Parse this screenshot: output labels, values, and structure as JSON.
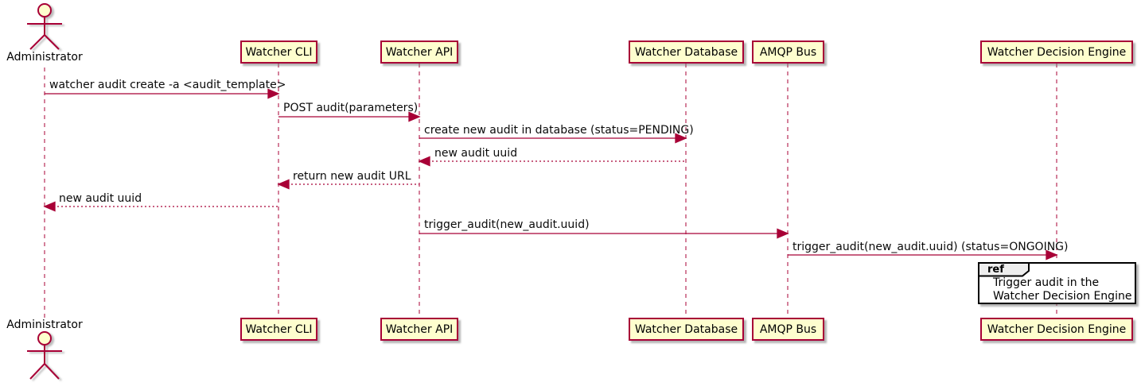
{
  "diagram": {
    "type": "sequence",
    "actor": {
      "name": "Administrator"
    },
    "participants": [
      {
        "name": "Watcher CLI"
      },
      {
        "name": "Watcher API"
      },
      {
        "name": "Watcher Database"
      },
      {
        "name": "AMQP Bus"
      },
      {
        "name": "Watcher Decision Engine"
      }
    ],
    "messages": [
      {
        "from": "Administrator",
        "to": "Watcher CLI",
        "style": "solid",
        "text": "watcher audit create -a <audit_template>"
      },
      {
        "from": "Watcher CLI",
        "to": "Watcher API",
        "style": "solid",
        "text": "POST audit(parameters)"
      },
      {
        "from": "Watcher API",
        "to": "Watcher Database",
        "style": "solid",
        "text": "create new audit in database (status=PENDING)"
      },
      {
        "from": "Watcher Database",
        "to": "Watcher API",
        "style": "dashed",
        "text": "new audit uuid"
      },
      {
        "from": "Watcher API",
        "to": "Watcher CLI",
        "style": "dashed",
        "text": "return new audit URL"
      },
      {
        "from": "Watcher CLI",
        "to": "Administrator",
        "style": "dashed",
        "text": "new audit uuid"
      },
      {
        "from": "Watcher API",
        "to": "AMQP Bus",
        "style": "solid",
        "text": "trigger_audit(new_audit.uuid)"
      },
      {
        "from": "AMQP Bus",
        "to": "Watcher Decision Engine",
        "style": "solid",
        "text": "trigger_audit(new_audit.uuid) (status=ONGOING)"
      }
    ],
    "ref": {
      "keyword": "ref",
      "over": "Watcher Decision Engine",
      "lines": [
        "Trigger audit in the",
        "Watcher Decision Engine"
      ],
      "text": "Trigger audit in the Watcher Decision Engine"
    },
    "colors": {
      "participant_fill": "#FEFECE",
      "participant_border": "#A80036",
      "arrow": "#A80036",
      "lifeline": "#A80036",
      "text": "#000000",
      "ref_border": "#000000",
      "ref_label_fill": "#EEEEEE",
      "background": "#FFFFFF"
    }
  }
}
